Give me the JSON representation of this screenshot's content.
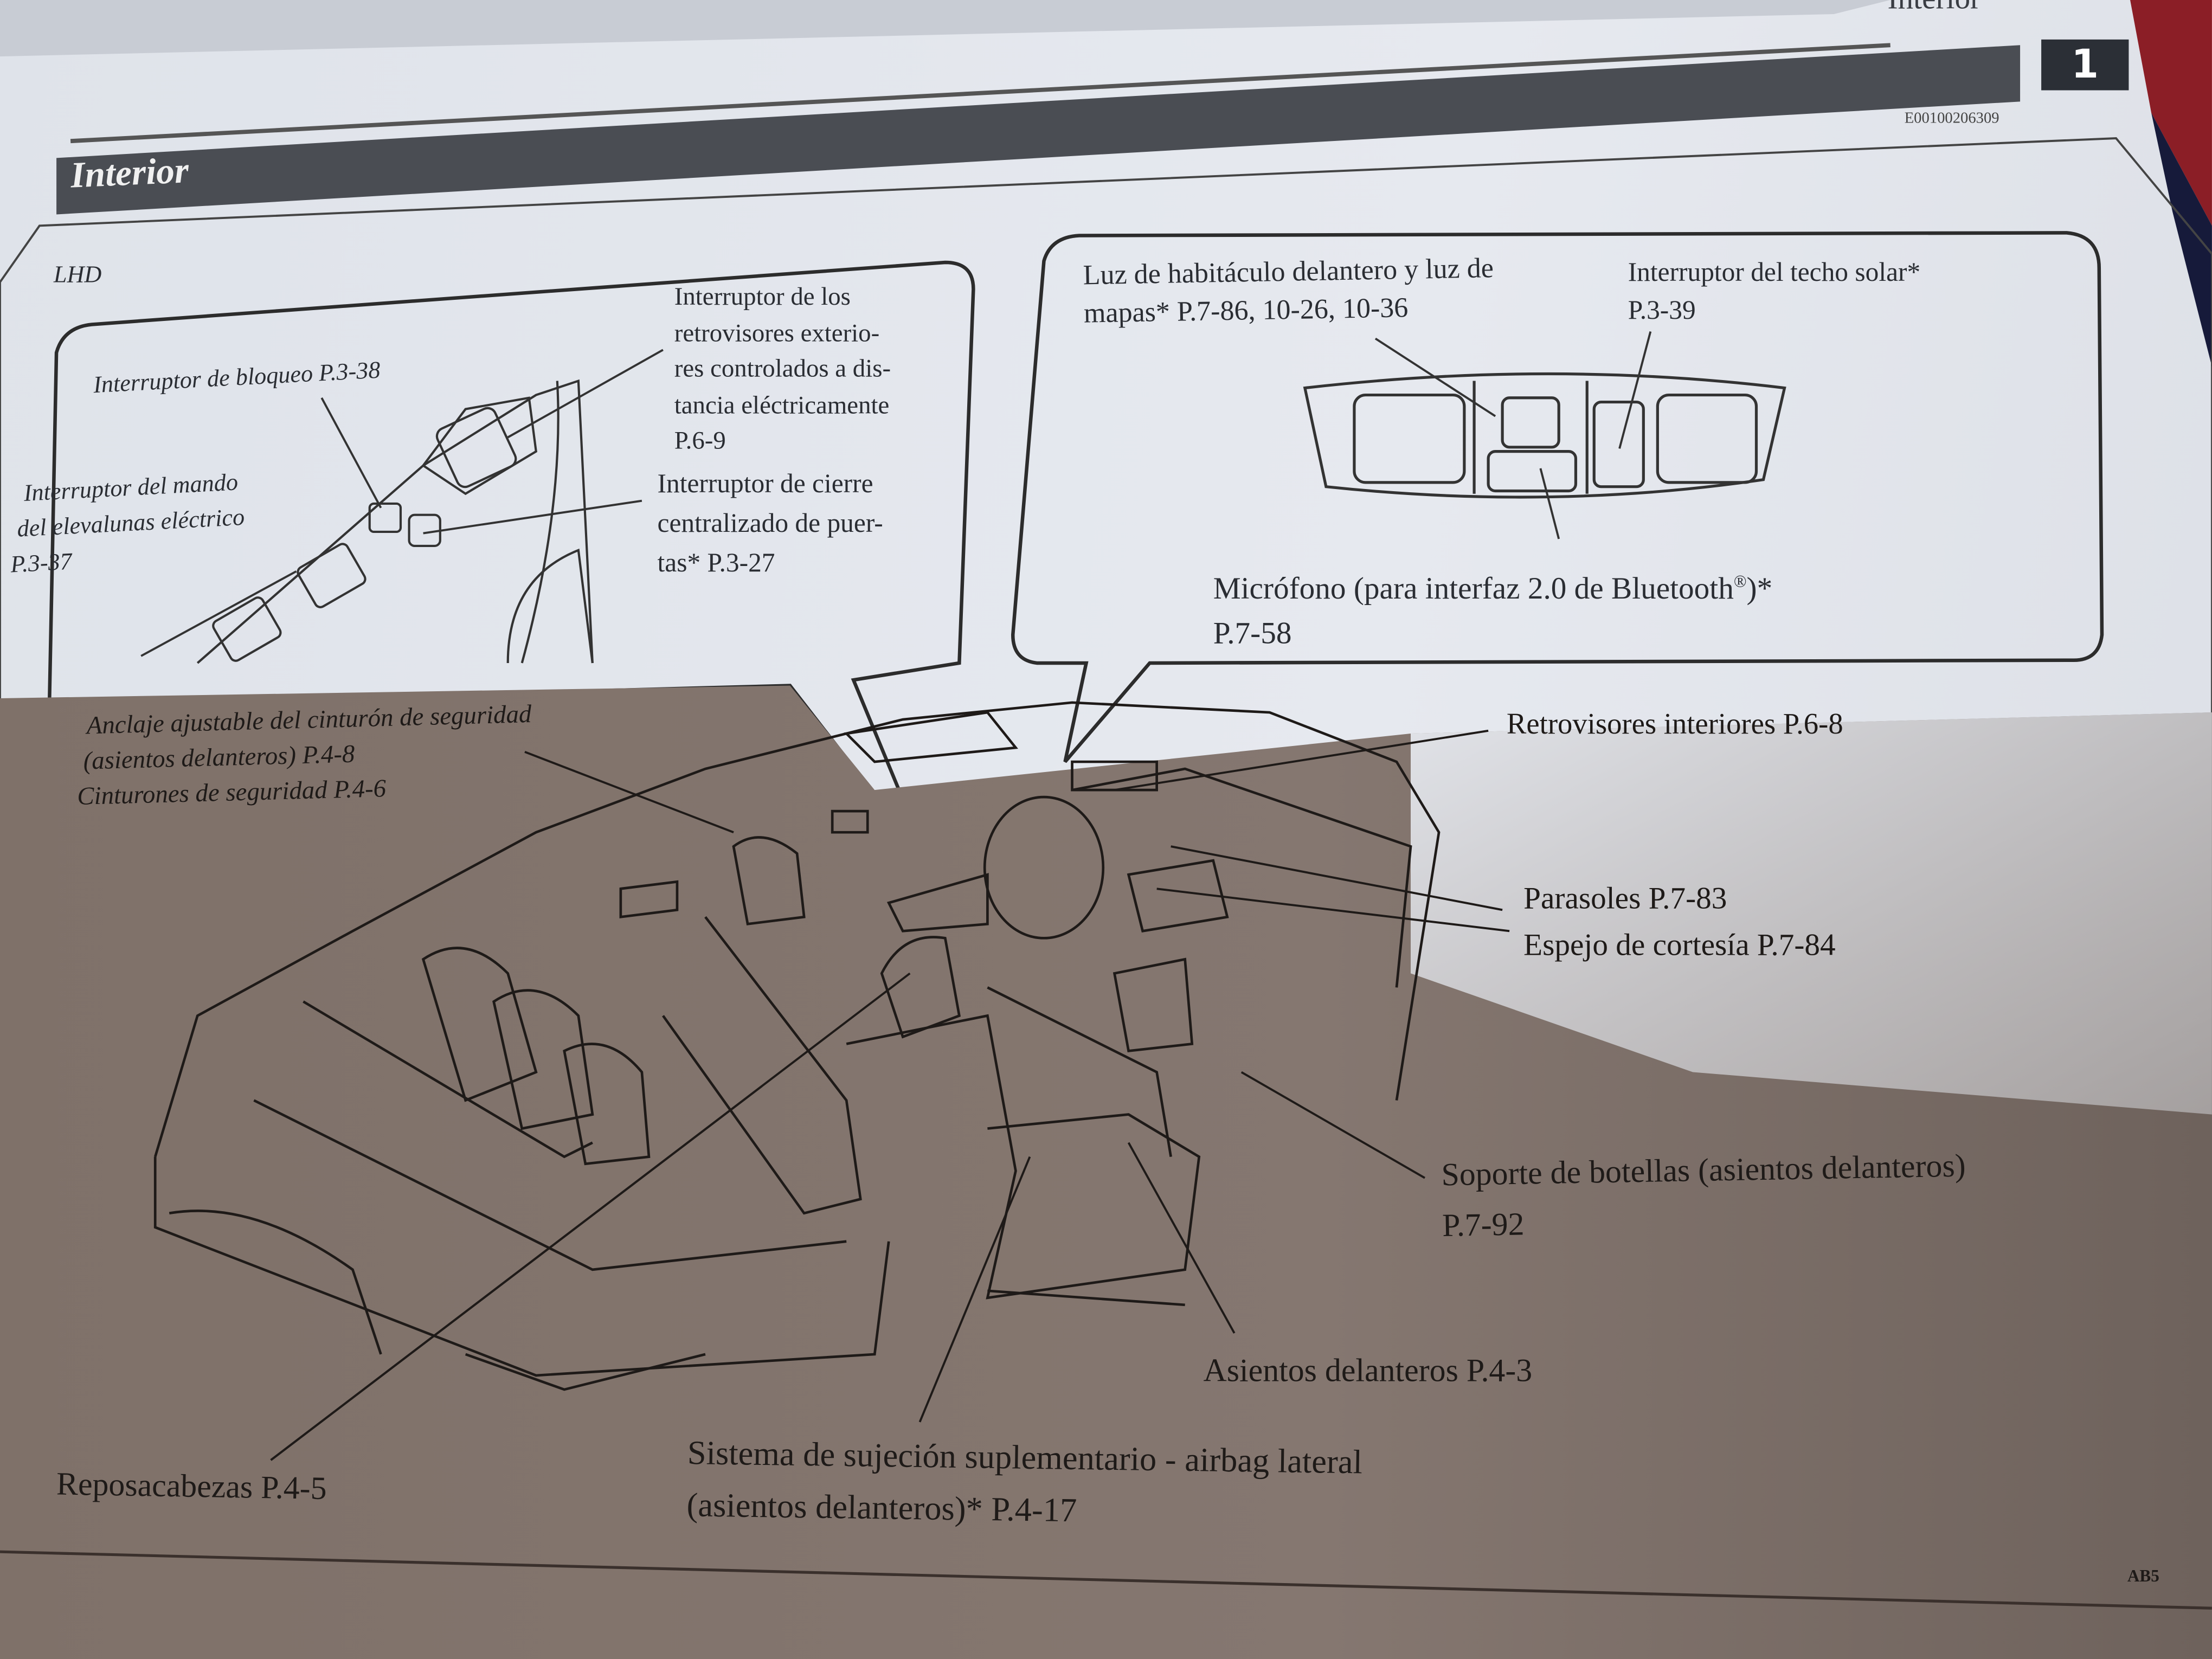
{
  "page": {
    "running_header": "Interior",
    "section_title": "Interior",
    "chapter_tab": "1",
    "doc_code": "E00100206309",
    "variant_label": "LHD",
    "footer_code": "AB5",
    "colors": {
      "banner": "#4a4d53",
      "tab": "#2b2f36",
      "paper": "#e3e6ec",
      "shadow": "#7f7169"
    }
  },
  "door_panel_callouts": [
    {
      "id": "bloqueo",
      "text": "Interruptor de bloqueo P.3-38"
    },
    {
      "id": "elevalunas",
      "lines": [
        "Interruptor del mando",
        "del elevalunas eléctrico",
        "P.3-37"
      ]
    },
    {
      "id": "retrovisores-ext",
      "lines": [
        "Interruptor de los",
        "retrovisores exterio-",
        "res controlados a dis-",
        "tancia eléctricamente",
        "P.6-9"
      ]
    },
    {
      "id": "cierre",
      "lines": [
        "Interruptor de cierre",
        "centralizado de puer-",
        "tas* P.3-27"
      ]
    }
  ],
  "roof_console_callouts": [
    {
      "id": "luz",
      "lines": [
        "Luz de habitáculo delantero y luz de",
        "mapas* P.7-86, 10-26, 10-36"
      ]
    },
    {
      "id": "techo-solar",
      "lines": [
        "Interruptor del techo solar*",
        "P.3-39"
      ]
    },
    {
      "id": "microfono",
      "lines": [
        "Micrófono (para interfaz 2.0 de Bluetooth",
        "®",
        ")*",
        "P.7-58"
      ]
    }
  ],
  "cabin_callouts": [
    {
      "id": "anclaje",
      "lines": [
        "Anclaje ajustable del cinturón de seguridad",
        "(asientos delanteros) P.4-8",
        "Cinturones de seguridad P.4-6"
      ]
    },
    {
      "id": "retro-int",
      "text": "Retrovisores interiores P.6-8"
    },
    {
      "id": "parasoles",
      "lines": [
        "Parasoles P.7-83",
        "Espejo de cortesía P.7-84"
      ]
    },
    {
      "id": "botellas",
      "lines": [
        "Soporte de botellas (asientos delanteros)",
        "P.7-92"
      ]
    },
    {
      "id": "asientos",
      "text": "Asientos delanteros P.4-3"
    },
    {
      "id": "airbag",
      "lines": [
        "Sistema de sujeción suplementario - airbag lateral",
        "(asientos delanteros)* P.4-17"
      ]
    },
    {
      "id": "reposacabezas",
      "text": "Reposacabezas P.4-5"
    }
  ]
}
